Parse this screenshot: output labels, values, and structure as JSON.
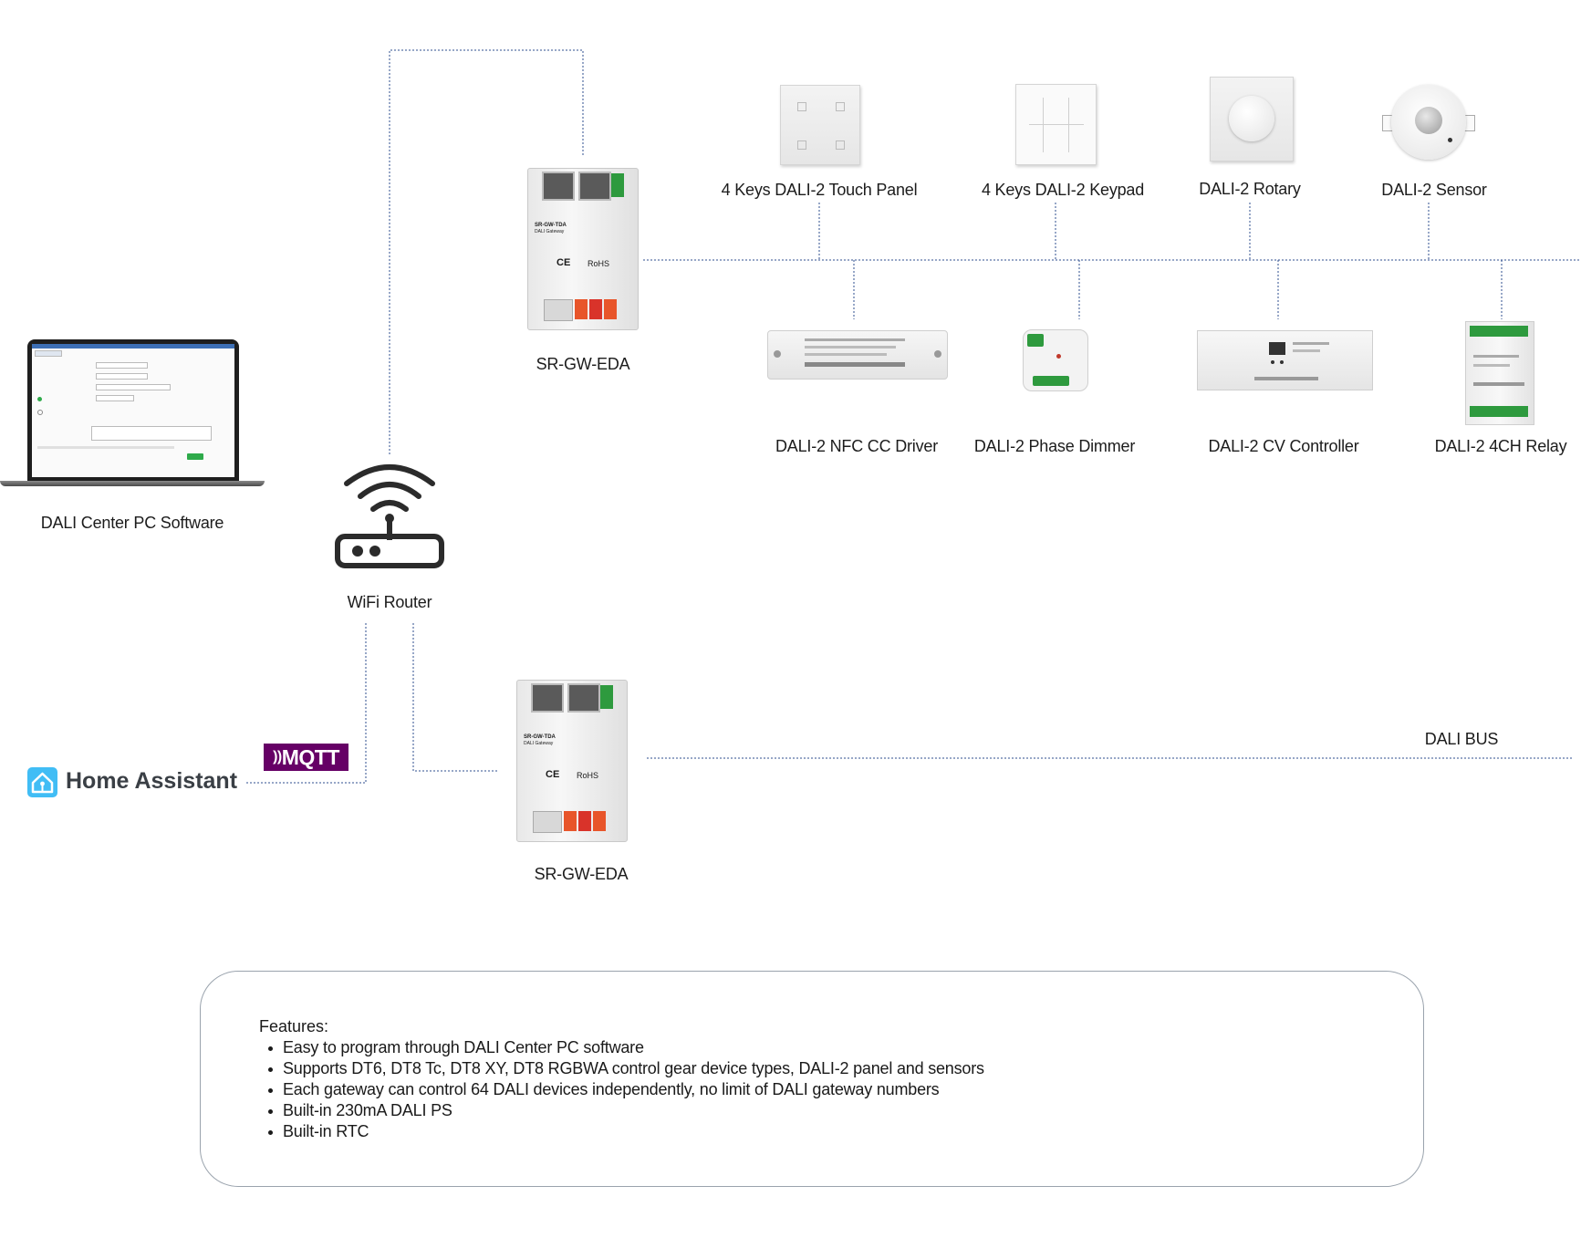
{
  "labels": {
    "pc_software": "DALI Center PC Software",
    "router": "WiFi Router",
    "gateway_top": "SR-GW-EDA",
    "gateway_bottom": "SR-GW-EDA",
    "touch_panel": "4 Keys DALI-2 Touch Panel",
    "keypad": "4 Keys DALI-2 Keypad",
    "rotary": "DALI-2 Rotary",
    "sensor": "DALI-2 Sensor",
    "cc_driver": "DALI-2 NFC CC Driver",
    "phase_dimmer": "DALI-2 Phase Dimmer",
    "cv_controller": "DALI-2 CV Controller",
    "relay": "DALI-2 4CH Relay",
    "dali_bus": "DALI BUS",
    "home_assistant": "Home Assistant",
    "mqtt": "MQTT"
  },
  "features": {
    "title": "Features:",
    "items": [
      "Easy to program through DALI Center PC software",
      "Supports DT6, DT8 Tc, DT8 XY, DT8 RGBWA control gear device types, DALI-2 panel and sensors",
      "Each gateway can control 64 DALI devices independently, no limit of DALI gateway numbers",
      "Built-in 230mA DALI PS",
      "Built-in RTC"
    ]
  },
  "device_text": {
    "gw_model": "SR-GW-TDA",
    "gw_sub": "DALI Gateway",
    "rohs": "RoHS",
    "ce": "CE"
  },
  "colors": {
    "line": "#2f4f8f",
    "mqtt_bg": "#660066",
    "ha_blue": "#41bdf5",
    "terminal_green": "#2e9a3e",
    "terminal_orange": "#e8552a",
    "controller_led": "#c0392b",
    "ok_button": "#2eaa4a"
  }
}
